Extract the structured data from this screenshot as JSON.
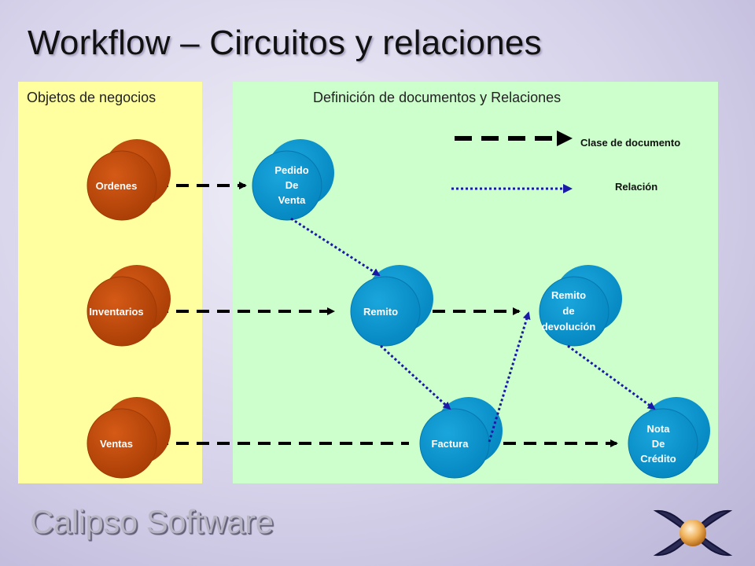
{
  "title": "Workflow – Circuitos y relaciones",
  "panels": {
    "left_label": "Objetos de negocios",
    "right_label": "Definición de documentos y Relaciones"
  },
  "legend": {
    "document_class": "Clase de documento",
    "relation": "Relación"
  },
  "business_objects": [
    "Ordenes",
    "Inventarios",
    "Ventas"
  ],
  "documents": {
    "pedido": [
      "Pedido",
      "De",
      "Venta"
    ],
    "remito": [
      "Remito"
    ],
    "remito_dev": [
      "Remito",
      "de",
      "devolución"
    ],
    "factura": [
      "Factura"
    ],
    "nota": [
      "Nota",
      "De",
      "Crédito"
    ]
  },
  "brand": "Calipso Software",
  "colors": {
    "business_object": "#c04a0a",
    "document": "#0a96cf",
    "panel_left": "#ffff9f",
    "panel_right": "#ccffcc",
    "relation_line": "#1a1aa6"
  }
}
